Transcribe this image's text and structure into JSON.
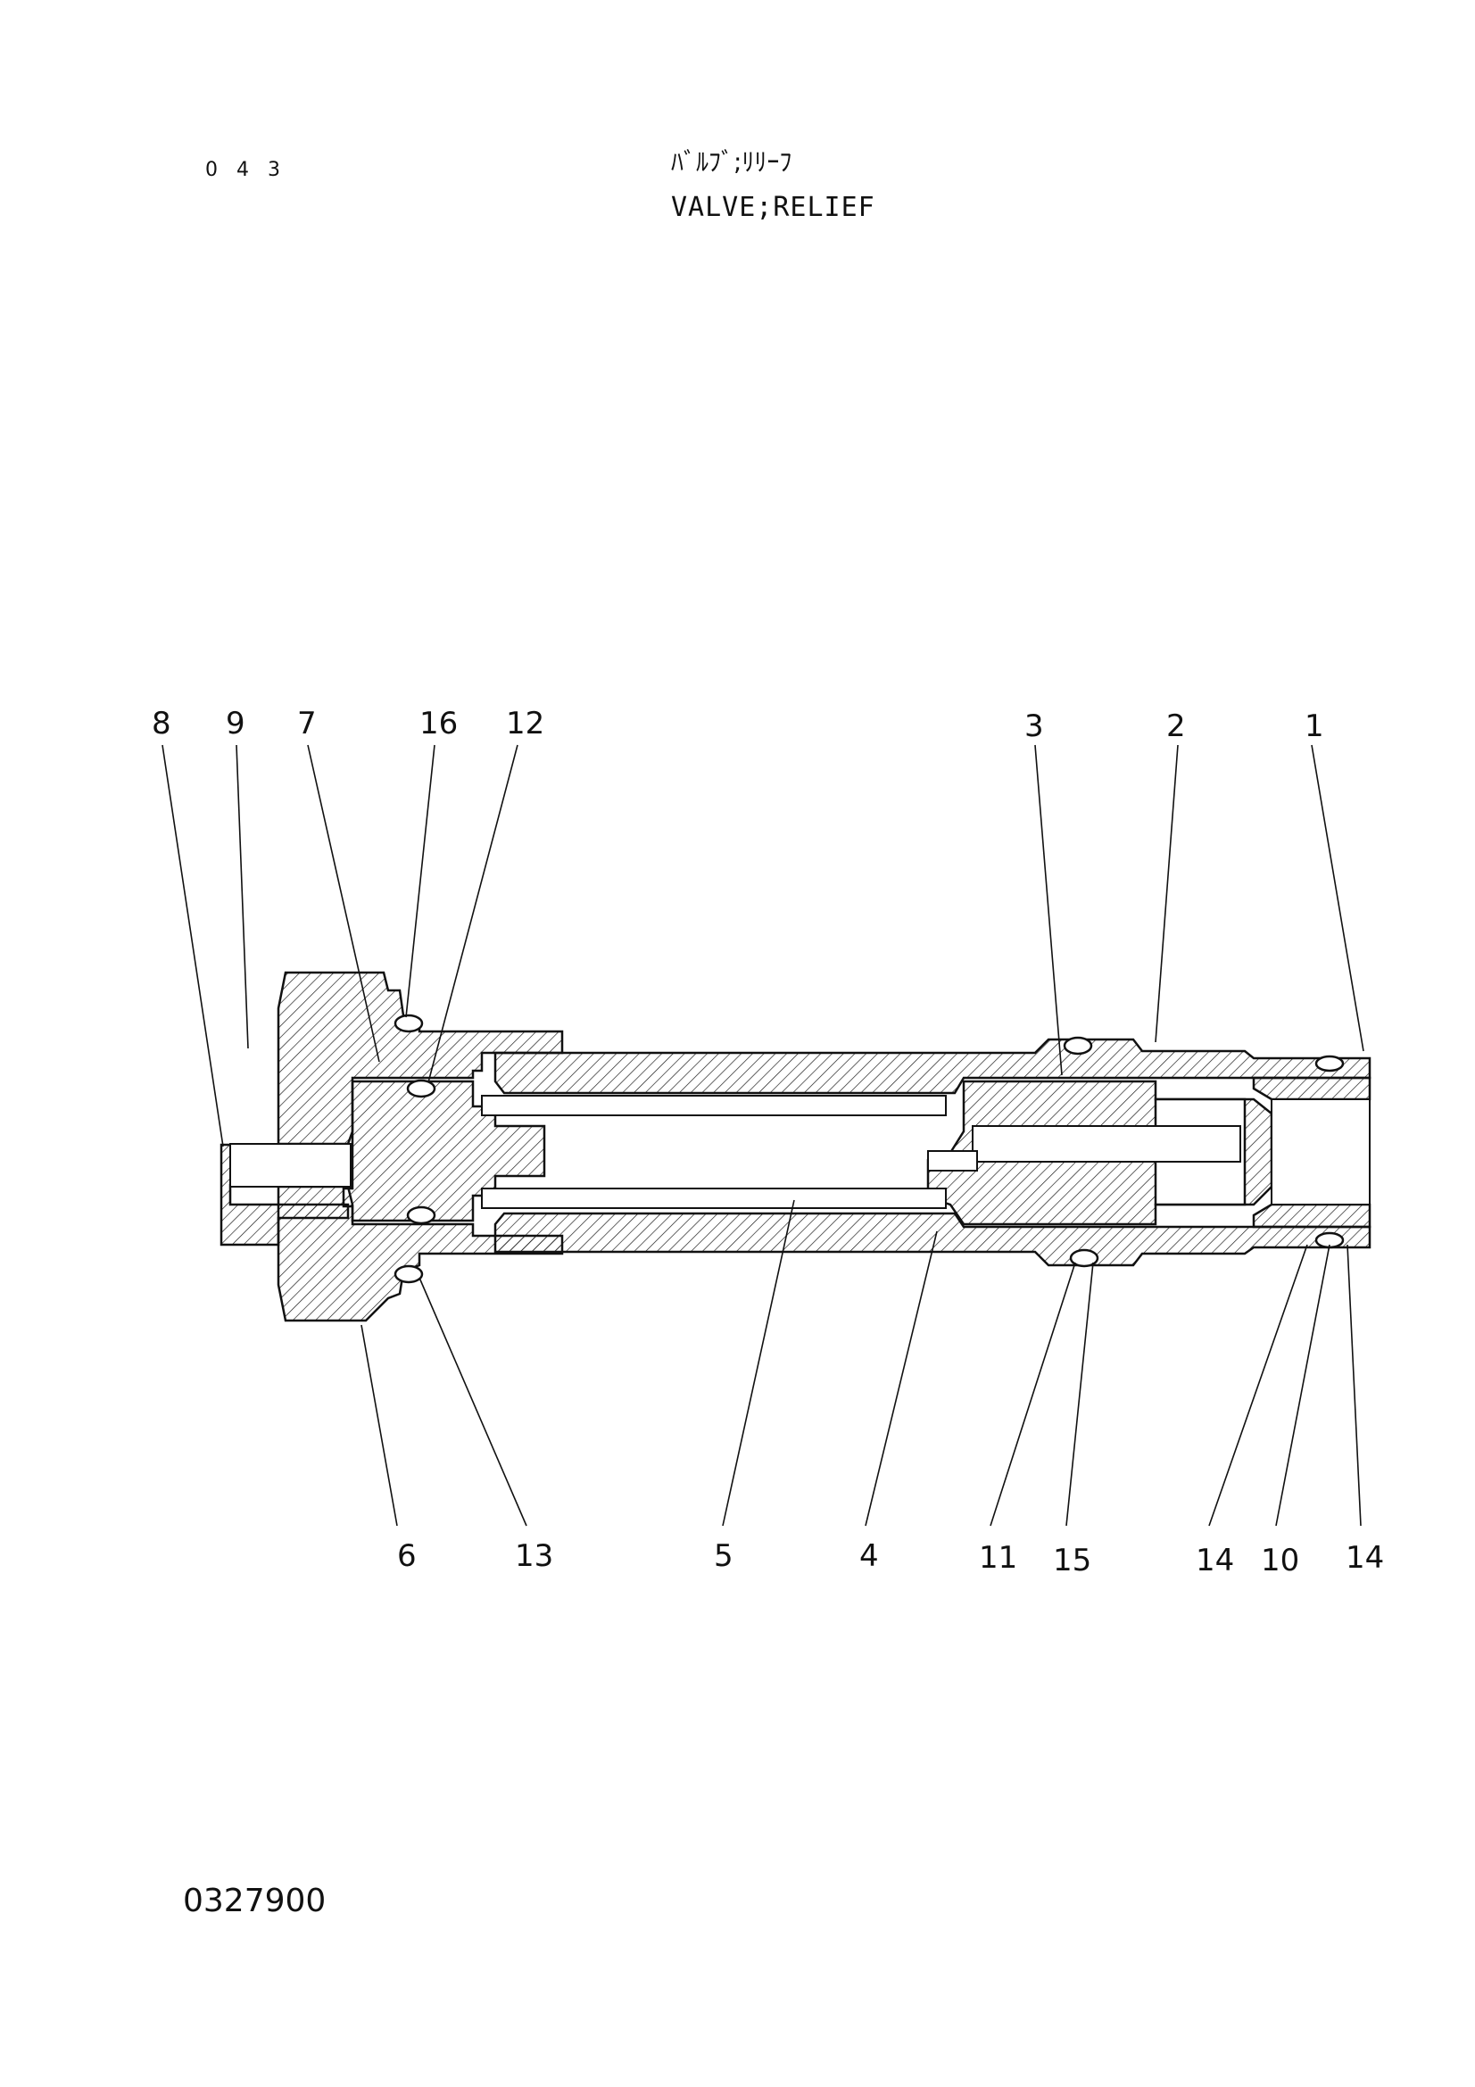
{
  "header": {
    "page_number": "0 4 3",
    "title_japanese": "ﾊﾞﾙﾌﾞ;ﾘﾘｰﾌ",
    "title_english": "VALVE;RELIEF"
  },
  "footer": {
    "drawing_number": "0327900"
  },
  "callouts_top": [
    "8",
    "9",
    "7",
    "16",
    "12",
    "3",
    "2",
    "1"
  ],
  "callouts_bottom": [
    "6",
    "13",
    "5",
    "4",
    "11",
    "15",
    "14",
    "10",
    "14"
  ]
}
